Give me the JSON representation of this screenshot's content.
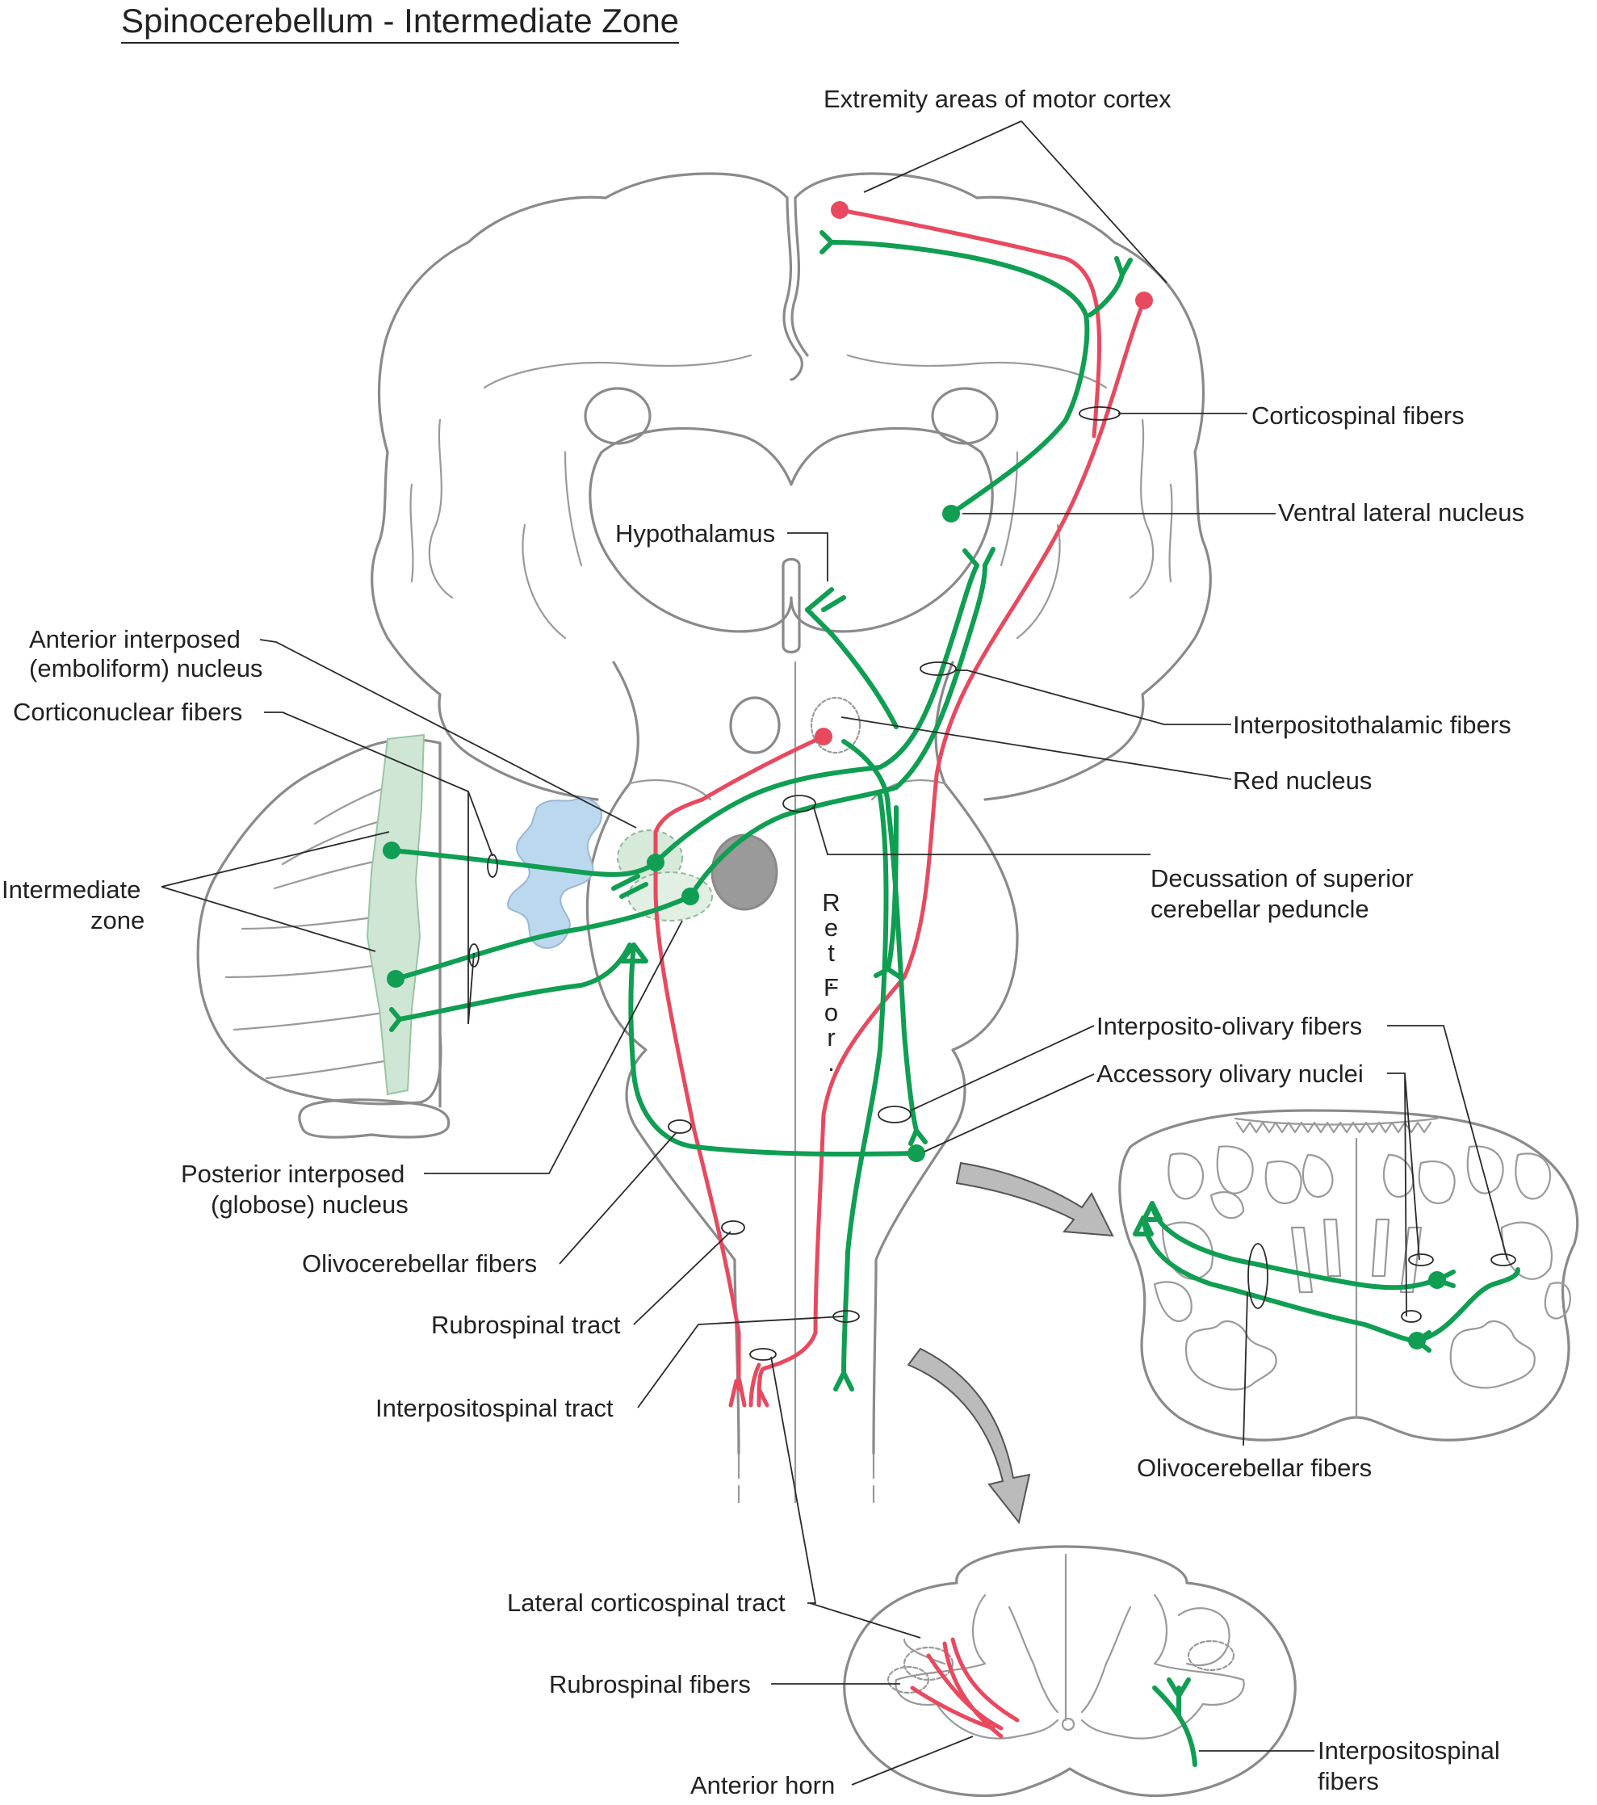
{
  "title": "Spinocerebellum - Intermediate Zone",
  "colors": {
    "outline": "#8a8a8a",
    "interposed_pathway": "#0f9e52",
    "motor_pathway": "#e8495f",
    "dentate_fill": "#bcd8ef",
    "intermediate_zone_fill": "#cfe6d4",
    "cerebral_peduncle_fill": "#9a9a9a",
    "arrow_fill": "#bbbbbb"
  },
  "labels": {
    "extremity_areas": "Extremity areas of motor cortex",
    "corticospinal_fibers": "Corticospinal fibers",
    "ventral_lateral_nucleus": "Ventral lateral nucleus",
    "hypothalamus": "Hypothalamus",
    "anterior_interposed_1": "Anterior interposed",
    "anterior_interposed_2": "(emboliform) nucleus",
    "corticonuclear_fibers": "Corticonuclear fibers",
    "intermediate_zone_1": "Intermediate",
    "intermediate_zone_2": "zone",
    "interpositothalamic_fibers": "Interpositothalamic fibers",
    "red_nucleus": "Red nucleus",
    "decussation_1": "Decussation of superior",
    "decussation_2": "cerebellar peduncle",
    "reticular_formation_1": "Ret.",
    "reticular_formation_2": "For.",
    "interposito_olivary_fibers": "Interposito-olivary fibers",
    "accessory_olivary_nuclei": "Accessory olivary nuclei",
    "posterior_interposed_1": "Posterior interposed",
    "posterior_interposed_2": "(globose) nucleus",
    "olivocerebellar_fibers_left": "Olivocerebellar fibers",
    "rubrospinal_tract": "Rubrospinal tract",
    "interpositospinal_tract": "Interpositospinal tract",
    "olivocerebellar_fibers_right": "Olivocerebellar fibers",
    "lateral_corticospinal_tract": "Lateral corticospinal tract",
    "rubrospinal_fibers": "Rubrospinal fibers",
    "anterior_horn": "Anterior horn",
    "interpositospinal_fibers_1": "Interpositospinal",
    "interpositospinal_fibers_2": "fibers"
  }
}
